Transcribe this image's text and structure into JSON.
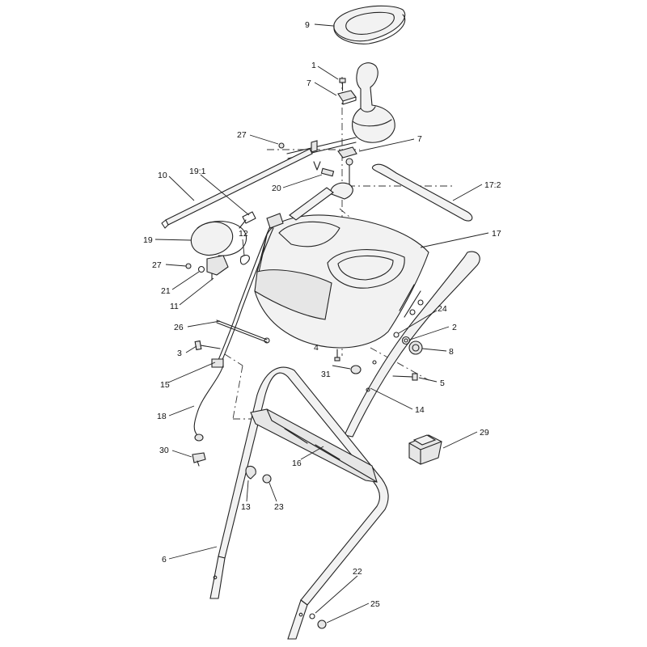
{
  "callouts": [
    {
      "id": "c9",
      "label": "9"
    },
    {
      "id": "c1",
      "label": "1"
    },
    {
      "id": "c7a",
      "label": "7"
    },
    {
      "id": "c27a",
      "label": "27"
    },
    {
      "id": "c7b",
      "label": "7"
    },
    {
      "id": "c10",
      "label": "10"
    },
    {
      "id": "c19_1",
      "label": "19:1"
    },
    {
      "id": "c20",
      "label": "20"
    },
    {
      "id": "c17_2",
      "label": "17:2"
    },
    {
      "id": "c12",
      "label": "12"
    },
    {
      "id": "c19",
      "label": "19"
    },
    {
      "id": "c17",
      "label": "17"
    },
    {
      "id": "c27b",
      "label": "27"
    },
    {
      "id": "c21",
      "label": "21"
    },
    {
      "id": "c11",
      "label": "11"
    },
    {
      "id": "c24",
      "label": "24"
    },
    {
      "id": "c26",
      "label": "26"
    },
    {
      "id": "c2",
      "label": "2"
    },
    {
      "id": "c4",
      "label": "4"
    },
    {
      "id": "c3",
      "label": "3"
    },
    {
      "id": "c8",
      "label": "8"
    },
    {
      "id": "c31",
      "label": "31"
    },
    {
      "id": "c15",
      "label": "15"
    },
    {
      "id": "c5",
      "label": "5"
    },
    {
      "id": "c14",
      "label": "14"
    },
    {
      "id": "c18",
      "label": "18"
    },
    {
      "id": "c29",
      "label": "29"
    },
    {
      "id": "c30",
      "label": "30"
    },
    {
      "id": "c16",
      "label": "16"
    },
    {
      "id": "c13",
      "label": "13"
    },
    {
      "id": "c23",
      "label": "23"
    },
    {
      "id": "c6",
      "label": "6"
    },
    {
      "id": "c22",
      "label": "22"
    },
    {
      "id": "c25",
      "label": "25"
    }
  ]
}
